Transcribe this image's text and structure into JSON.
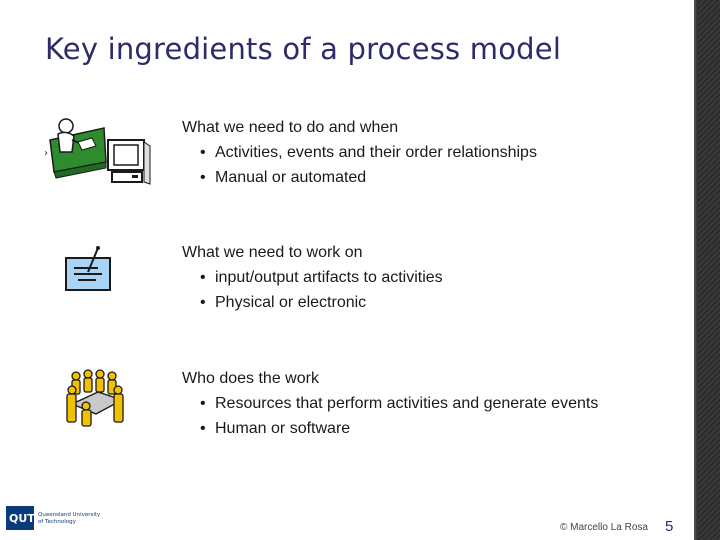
{
  "slide": {
    "title": "Key ingredients of a process model",
    "sections": [
      {
        "heading": "What we need to do and when",
        "bullets": [
          "Activities, events and their order relationships",
          "Manual or automated"
        ],
        "icon": "person-at-computer-icon"
      },
      {
        "heading": "What we need to work on",
        "bullets": [
          "input/output artifacts to activities",
          "Physical or electronic"
        ],
        "icon": "document-with-pen-icon"
      },
      {
        "heading": "Who does the work",
        "bullets": [
          "Resources that perform activities and generate events",
          "Human or software"
        ],
        "icon": "team-around-table-icon"
      }
    ],
    "bullet_char": "•",
    "footer": {
      "copyright": "© Marcello La Rosa",
      "page_number": "5",
      "logo_text": "QUT",
      "logo_subtext_line1": "Queensland University",
      "logo_subtext_line2": "of Technology"
    }
  },
  "colors": {
    "title": "#2c2c6a",
    "accent_green": "#2e8b2e",
    "side_strip": "#2b2b2b"
  }
}
